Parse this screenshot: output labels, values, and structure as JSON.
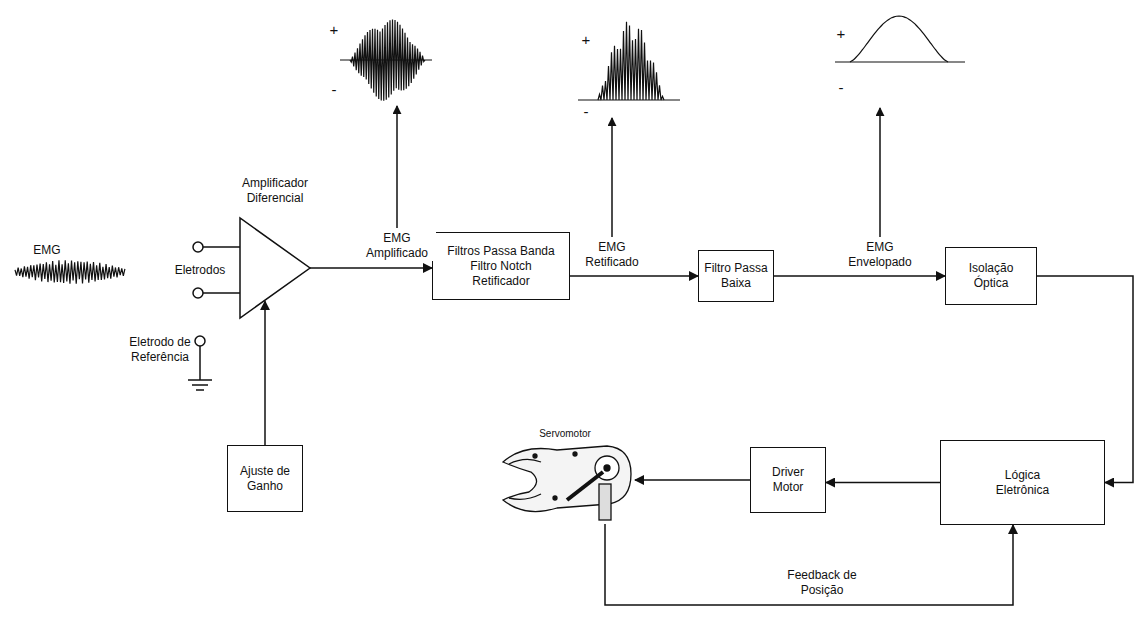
{
  "diagram": {
    "nodes": [
      {
        "text": [
          "Amplificador Diferencial"
        ]
      },
      {
        "text": [
          "Filtros Passa Banda Filtro Notch Retificador"
        ]
      },
      {
        "text": [
          "Filtro Passa Baixa"
        ]
      },
      {
        "text": [
          "Isolação Óptica"
        ]
      },
      {
        "text": [
          "Lógica Eletrônica"
        ]
      },
      {
        "text": [
          "Driver Motor"
        ]
      },
      {
        "text": [
          "Servomotor"
        ]
      },
      {
        "text": [
          "Ajuste de Ganho"
        ]
      }
    ],
    "edges": [
      {
        "from": 0,
        "to": 1,
        "arrow": "to",
        "label": "EMG Amplificado"
      },
      {
        "from": 1,
        "to": 2,
        "arrow": "to",
        "label": "EMG Retificado"
      },
      {
        "from": 2,
        "to": 3,
        "arrow": "to",
        "label": "EMG Envelopado"
      },
      {
        "from": 3,
        "to": 4,
        "arrow": "to"
      },
      {
        "from": 4,
        "to": 5,
        "arrow": "to"
      },
      {
        "from": 5,
        "to": 6,
        "arrow": "to"
      },
      {
        "from": 6,
        "to": 4,
        "arrow": "to",
        "label": "Feedback de Posição"
      },
      {
        "from": 7,
        "to": 0,
        "arrow": "to"
      }
    ],
    "labels": [
      "EMG",
      "Eletrodos",
      "Eletrodo de Referência",
      "+",
      "-",
      "+",
      "-",
      "+",
      "-"
    ]
  }
}
